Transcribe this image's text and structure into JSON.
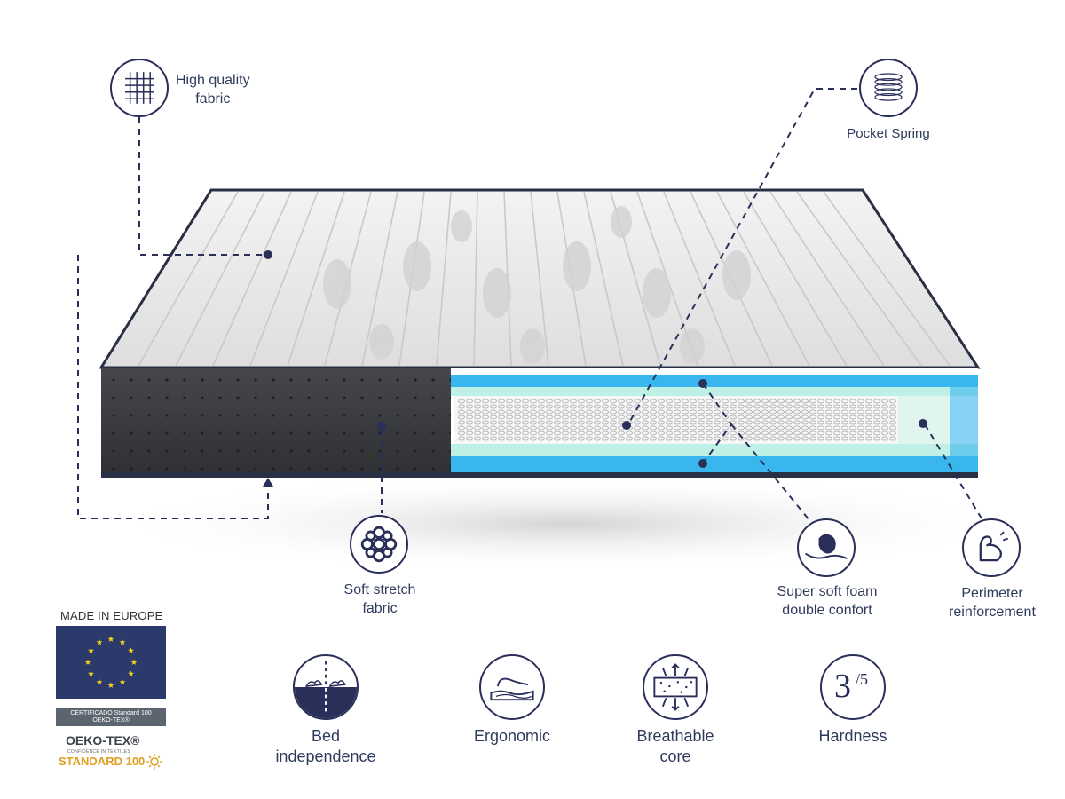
{
  "callouts": {
    "high_quality_fabric": [
      "High quality",
      "fabric"
    ],
    "pocket_spring": [
      "Pocket Spring"
    ],
    "soft_stretch_fabric": [
      "Soft stretch",
      "fabric"
    ],
    "super_soft_foam": [
      "Super soft foam",
      "double confort"
    ],
    "perimeter_reinforcement": [
      "Perimeter",
      "reinforcement"
    ]
  },
  "features": {
    "bed_independence": [
      "Bed",
      "independence"
    ],
    "ergonomic": [
      "Ergonomic"
    ],
    "breathable_core": [
      "Breathable",
      "core"
    ],
    "hardness": [
      "Hardness"
    ],
    "hardness_value": "3",
    "hardness_scale": "/5"
  },
  "badges": {
    "made_in_europe": "MADE IN EUROPE",
    "certificado_line1": "CERTIFICADO Standard 100",
    "certificado_line2": "OEKO-TEX®",
    "oeko_tex": "OEKO-TEX®",
    "confidence": "CONFIDENCE IN TEXTILES",
    "standard": "STANDARD 100"
  },
  "colors": {
    "navy": "#2a2f5a",
    "foam_blue": "#39b6ee",
    "foam_mint": "#bff0e6",
    "side_dark": "#3a3c40",
    "eu_blue": "#2b3a6b",
    "eu_star": "#f2d21a",
    "oeko_gold": "#e0a020"
  }
}
